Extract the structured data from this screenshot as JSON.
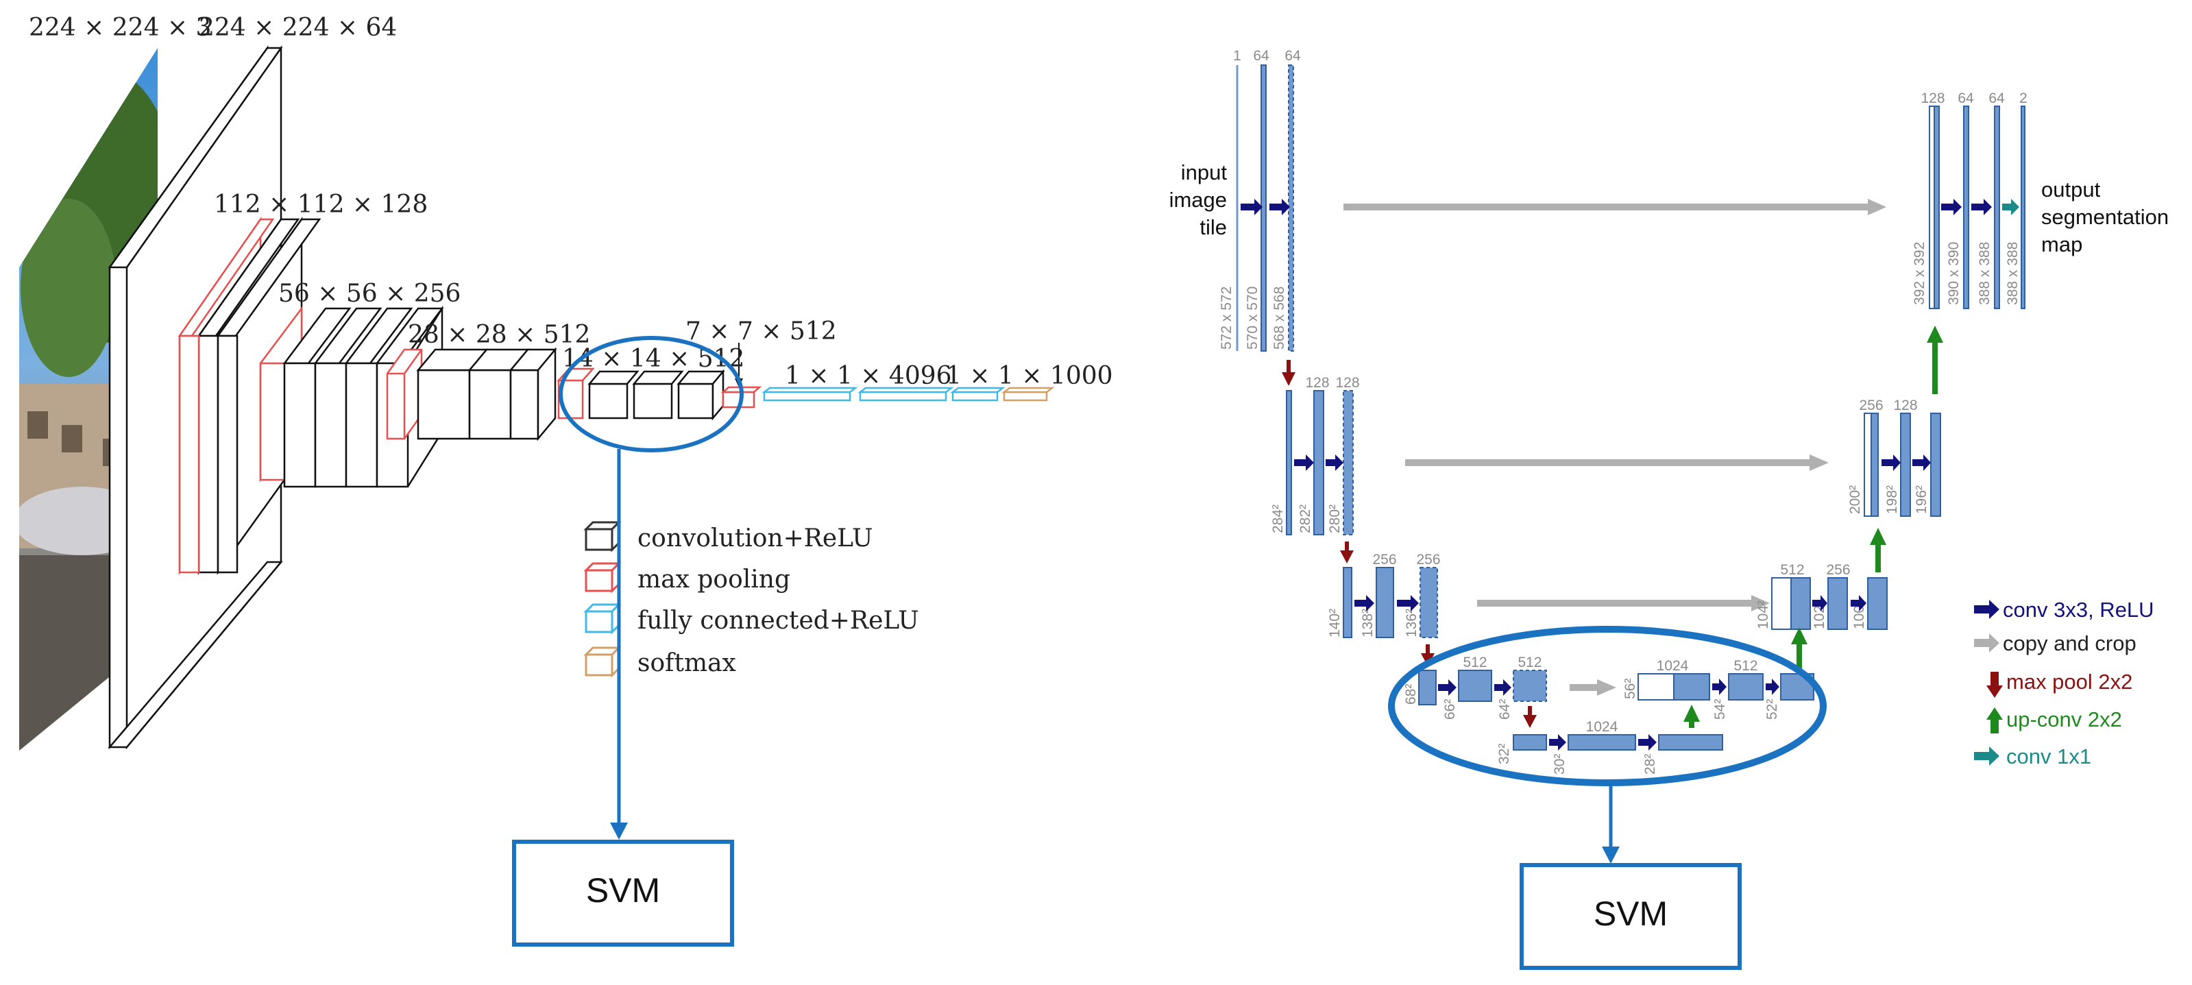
{
  "colors": {
    "accent_blue": "#1a72c0",
    "conv_arrow": "#12127a",
    "copy_arrow": "#b0b0b0",
    "pool_arrow": "#8b1010",
    "upconv_arrow": "#1e8a1e",
    "conv1x1_arrow": "#1a8a8a",
    "unet_bar": "#6f99cf",
    "vgg_conv": "#333333",
    "vgg_pool": "#e85050",
    "vgg_fc": "#40b8e8",
    "vgg_softmax": "#d2a066"
  },
  "vgg": {
    "labels": {
      "input": "224 × 224 × 3",
      "conv1": "224 × 224 × 64",
      "conv2": "112 × 112 × 128",
      "conv3": "56 × 56 × 256",
      "conv4": "28 × 28 × 512",
      "conv5": "14 × 14 × 512",
      "pool5": "7 × 7 × 512",
      "fc": "1 × 1 × 4096",
      "softmax": "1 × 1 × 1000"
    },
    "legend": [
      {
        "label": "convolution+ReLU",
        "color": "#333333"
      },
      {
        "label": "max pooling",
        "color": "#e85050"
      },
      {
        "label": "fully connected+ReLU",
        "color": "#40b8e8"
      },
      {
        "label": "softmax",
        "color": "#d2a066"
      }
    ]
  },
  "unet": {
    "input_label": [
      "input",
      "image",
      "tile"
    ],
    "output_label": [
      "output",
      "segmentation",
      "map"
    ],
    "level1": {
      "channels": [
        "1",
        "64",
        "64"
      ],
      "sizes": [
        "572 x 572",
        "570 x 570",
        "568 x 568"
      ],
      "out_channels": [
        "128",
        "64",
        "64",
        "2"
      ],
      "out_sizes": [
        "392 x 392",
        "390 x 390",
        "388 x 388",
        "388 x 388"
      ]
    },
    "level2": {
      "channels": [
        "128",
        "128"
      ],
      "sizes": [
        "284²",
        "282²",
        "280²"
      ],
      "out_channels": [
        "256",
        "128"
      ],
      "out_sizes": [
        "200²",
        "198²",
        "196²"
      ]
    },
    "level3": {
      "channels": [
        "256",
        "256"
      ],
      "sizes": [
        "140²",
        "138²",
        "136²"
      ],
      "out_channels": [
        "512",
        "256"
      ],
      "out_sizes": [
        "104²",
        "102²",
        "100²"
      ]
    },
    "level4": {
      "channels": [
        "512",
        "512"
      ],
      "sizes": [
        "68²",
        "66²",
        "64²"
      ],
      "out_channels": [
        "1024",
        "512"
      ],
      "out_sizes": [
        "56²",
        "54²",
        "52²"
      ]
    },
    "level5": {
      "channel": "1024",
      "sizes": [
        "32²",
        "30²",
        "28²"
      ]
    },
    "legend": [
      {
        "label": "conv 3x3, ReLU",
        "color": "#12127a"
      },
      {
        "label": "copy and crop",
        "color": "#222222"
      },
      {
        "label": "max pool 2x2",
        "color": "#8b1010"
      },
      {
        "label": "up-conv 2x2",
        "color": "#1e8a1e"
      },
      {
        "label": "conv 1x1",
        "color": "#1a8a8a"
      }
    ]
  },
  "svm_left": "SVM",
  "svm_right": "SVM"
}
